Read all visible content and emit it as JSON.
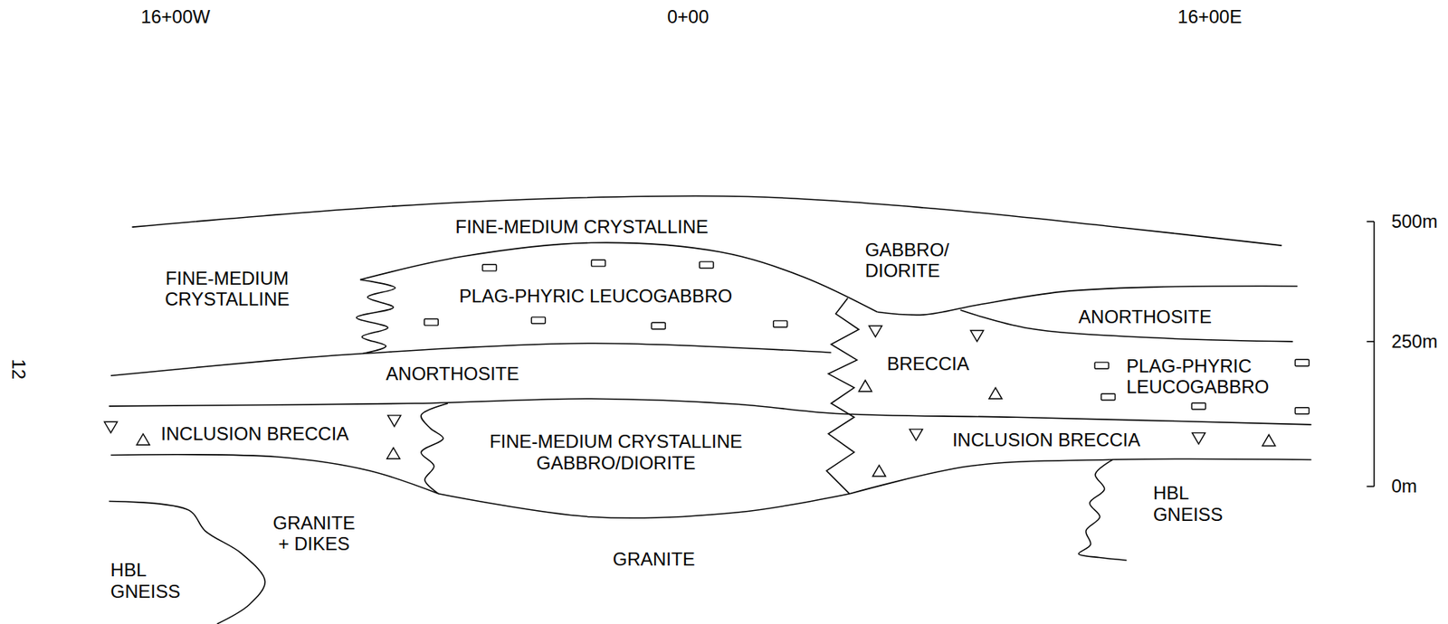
{
  "diagram": {
    "labels": [
      "16+00W",
      "0+00",
      "16+00E",
      "FINE-MEDIUM CRYSTALLINE",
      "FINE-MEDIUM CRYSTALLINE",
      "GABBRO/ DIORITE",
      "PLAG-PHYRIC LEUCOGABBRO",
      "ANORTHOSITE",
      "ANORTHOSITE",
      "BRECCIA",
      "PLAG-PHYRIC LEUCOGABBRO",
      "INCLUSION BRECCIA",
      "FINE-MEDIUM CRYSTALLINE GABBRO/DIORITE",
      "INCLUSION BRECCIA",
      "HBL GNEISS",
      "GRANITE + DIKES",
      "GRANITE",
      "HBL GNEISS",
      "500m",
      "250m",
      "0m",
      "12"
    ]
  }
}
